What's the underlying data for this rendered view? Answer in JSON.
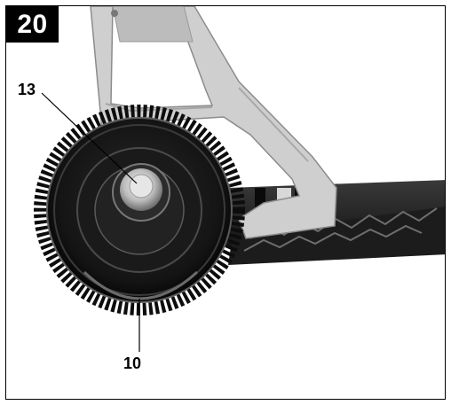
{
  "figure": {
    "number": "20"
  },
  "callouts": [
    {
      "label": "13",
      "part": "wheel hub"
    },
    {
      "label": "10",
      "part": "wheel"
    }
  ],
  "colors": {
    "frame": "#000000",
    "badge_bg": "#000000",
    "badge_text": "#ffffff"
  }
}
